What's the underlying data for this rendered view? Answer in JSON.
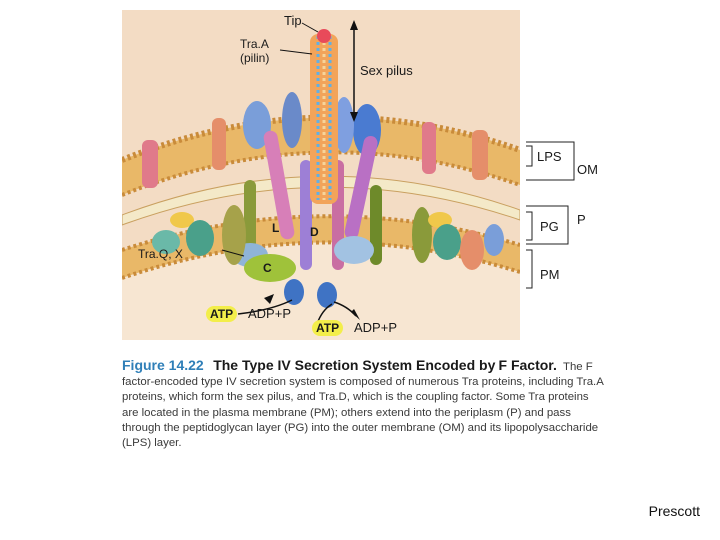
{
  "figure": {
    "labels": {
      "tip": "Tip",
      "traa_line1": "Tra.A",
      "traa_line2": "(pilin)",
      "sex_pilus": "Sex pilus",
      "l": "L",
      "d": "D",
      "c": "C",
      "traq_x": "Tra.Q, X",
      "atp": "ATP",
      "adp": "ADP+P"
    },
    "layers": {
      "lps": "LPS",
      "om": "OM",
      "pg": "PG",
      "p": "P",
      "pm": "PM"
    }
  },
  "caption": {
    "number": "Figure 14.22",
    "title": "The Type IV Secretion System Encoded by",
    "lead": "F Factor.",
    "body": "The F factor-encoded type IV secretion system is composed of numerous Tra proteins, including Tra.A proteins, which form the sex pilus, and Tra.D, which is the coupling factor. Some Tra proteins are located in the plasma membrane (PM); others extend into the periplasm (P) and pass through the peptidoglycan layer (PG) into the outer membrane (OM) and its lipopolysaccharide (LPS) layer."
  },
  "credit": "Prescott"
}
